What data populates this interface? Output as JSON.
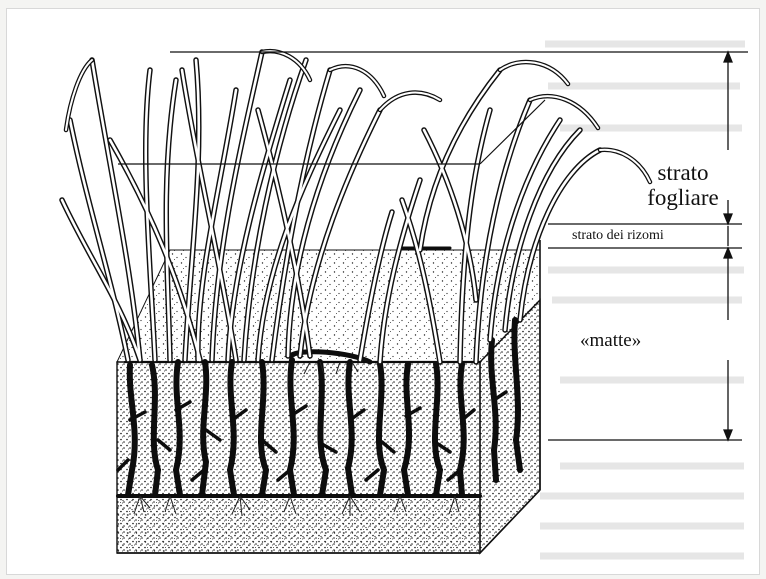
{
  "diagram": {
    "labels": {
      "leaf_layer_line1": "strato",
      "leaf_layer_line2": "fogliare",
      "rhizome_layer": "strato dei rizomi",
      "matte": "«matte»"
    }
  },
  "colors": {
    "ink": "#111111",
    "paper": "#ffffff",
    "sediment_light": "#f3f3f1",
    "bleed_text": "#c9c9c9"
  }
}
